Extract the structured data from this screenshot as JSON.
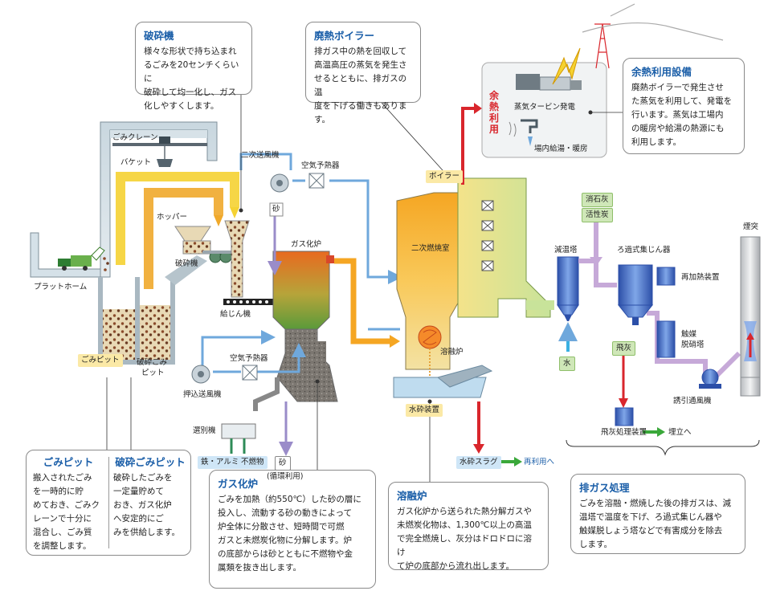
{
  "boxes": {
    "crusher": {
      "title": "破砕機",
      "lines": [
        "様々な形状で持ち込まれ",
        "るごみを20センチくらいに",
        "破砕して均一化し、ガス",
        "化しやすくします。"
      ]
    },
    "waste_boiler": {
      "title": "廃熱ボイラー",
      "lines": [
        "排ガス中の熱を回収して",
        "高温高圧の蒸気を発生さ",
        "せるとともに、排ガスの温",
        "度を下げる働きもあります。"
      ]
    },
    "heat_use": {
      "title": "余熱利用設備",
      "lines": [
        "廃熱ボイラーで発生させ",
        "た蒸気を利用して、発電を",
        "行います。蒸気は工場内",
        "の暖房や給湯の熱源にも",
        "利用します。"
      ]
    },
    "garbage_pit": {
      "title": "ごみピット",
      "lines": [
        "搬入されたごみ",
        "を一時的に貯",
        "めておき、ごみク",
        "レーンで十分に",
        "混合し、ごみ質",
        "を調整します。"
      ]
    },
    "crushed_pit": {
      "title": "破砕ごみピット",
      "lines": [
        "破砕したごみを",
        "一定量貯めて",
        "おき、ガス化炉",
        "へ安定的にご",
        "みを供給します。"
      ]
    },
    "gasifier": {
      "title": "ガス化炉",
      "lines": [
        "ごみを加熱（約550℃）した砂の層に",
        "投入し、流動する砂の動きによって",
        "炉全体に分散させ、短時間で可燃",
        "ガスと未燃炭化物に分解します。炉",
        "の底部からは砂とともに不燃物や金",
        "属類を抜き出します。"
      ]
    },
    "melter": {
      "title": "溶融炉",
      "lines": [
        "ガス化炉から送られた熱分解ガスや",
        "未燃炭化物は、1,300℃以上の高温",
        "で完全燃焼し、灰分はドロドロに溶け",
        "て炉の底部から流れ出します。"
      ]
    },
    "exhaust": {
      "title": "排ガス処理",
      "lines": [
        "ごみを溶融・燃焼した後の排ガスは、減",
        "温塔で温度を下げ、ろ過式集じん器や",
        "触媒脱しょう塔などで有害成分を除去",
        "します。"
      ]
    }
  },
  "labels": {
    "crane": "ごみクレーン",
    "bucket": "バケット",
    "hopper": "ホッパー",
    "crusher": "破砕機",
    "platform": "プラットホーム",
    "garbage_pit": "ごみピット",
    "crushed_pit_1": "破砕ごみ",
    "crushed_pit_2": "ピット",
    "secondary_fan": "二次送風機",
    "air_preheater_top": "空気予熱器",
    "sand": "砂",
    "gasifier": "ガス化炉",
    "feeder": "給じん機",
    "air_preheater_bottom": "空気予熱器",
    "push_fan": "押込送風機",
    "sorter": "選別機",
    "iron_aluminum": "鉄・アルミ",
    "noncombustible": "不燃物",
    "sand_out": "砂",
    "sand_reuse": "(循環利用)",
    "boiler": "ボイラー",
    "secondary_chamber": "二次燃焼室",
    "melter": "溶融炉",
    "water_crusher": "水砕装置",
    "steam_turbine": "蒸気タービン発電",
    "hot_water": "場内給湯・暖房",
    "heat_use_vertical": [
      "余",
      "熱",
      "利",
      "用"
    ],
    "slaked_lime": "消石灰",
    "activated_carbon": "活性炭",
    "cooling_tower": "減温塔",
    "bag_filter": "ろ過式集じん器",
    "reheater": "再加熱装置",
    "catalyst_1": "触媒",
    "catalyst_2": "脱硝塔",
    "fly_ash": "飛灰",
    "water": "水",
    "induced_fan": "誘引通風機",
    "chimney": "煙突",
    "fly_ash_treatment": "飛灰処理装置",
    "landfill": "埋立へ",
    "water_slag": "水砕スラグ",
    "reuse": "再利用へ"
  }
}
